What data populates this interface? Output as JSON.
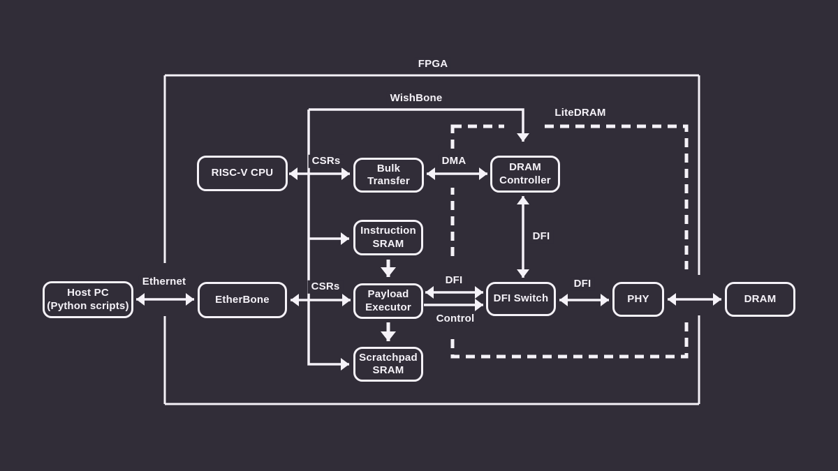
{
  "colors": {
    "background": "#312D38",
    "line": "#F5F2F8"
  },
  "regions": {
    "fpga_label": "FPGA",
    "litedram_label": "LiteDRAM"
  },
  "nodes": {
    "host_pc": {
      "line1": "Host PC",
      "line2": "(Python scripts)"
    },
    "etherbone": {
      "label": "EtherBone"
    },
    "riscv_cpu": {
      "label": "RISC-V CPU"
    },
    "bulk_transfer": {
      "line1": "Bulk",
      "line2": "Transfer"
    },
    "instruction_sram": {
      "line1": "Instruction",
      "line2": "SRAM"
    },
    "payload_executor": {
      "line1": "Payload",
      "line2": "Executor"
    },
    "scratchpad_sram": {
      "line1": "Scratchpad",
      "line2": "SRAM"
    },
    "dram_controller": {
      "line1": "DRAM",
      "line2": "Controller"
    },
    "dfi_switch": {
      "label": "DFI Switch"
    },
    "phy": {
      "label": "PHY"
    },
    "dram": {
      "label": "DRAM"
    }
  },
  "edge_labels": {
    "ethernet": "Ethernet",
    "csrs_cpu": "CSRs",
    "csrs_etherbone": "CSRs",
    "wishbone": "WishBone",
    "dma": "DMA",
    "dfi_dram_controller": "DFI",
    "dfi_payload": "DFI",
    "control": "Control",
    "dfi_phy": "DFI"
  }
}
